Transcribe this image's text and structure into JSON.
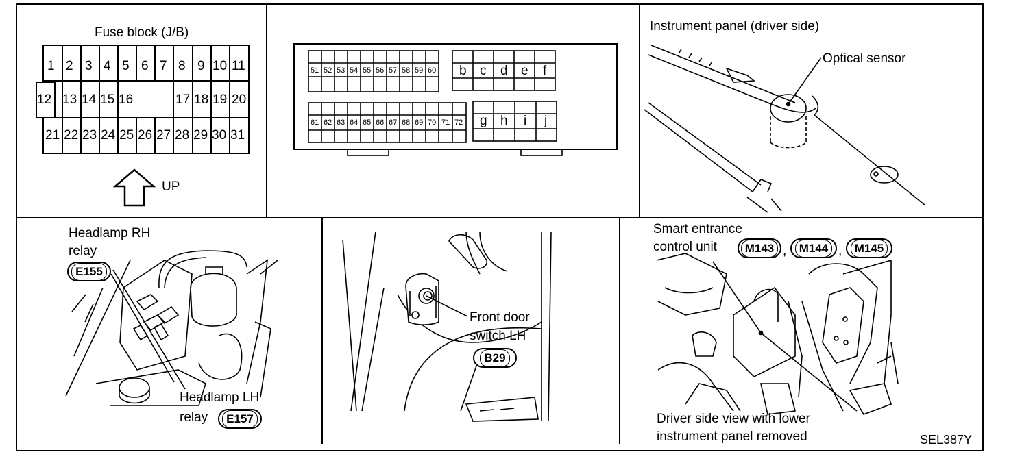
{
  "fuse_block": {
    "title": "Fuse block (J/B)",
    "row1": [
      "1",
      "2",
      "3",
      "4",
      "5",
      "6",
      "7",
      "8",
      "9",
      "10",
      "11"
    ],
    "row2_left": [
      "12",
      "13",
      "14",
      "15",
      "16"
    ],
    "row2_right": [
      "17",
      "18",
      "19",
      "20"
    ],
    "row3": [
      "21",
      "22",
      "23",
      "24",
      "25",
      "26",
      "27",
      "28",
      "29",
      "30",
      "31"
    ],
    "up_label": "UP"
  },
  "connector": {
    "row_a": [
      "51",
      "52",
      "53",
      "54",
      "55",
      "56",
      "57",
      "58",
      "59",
      "60"
    ],
    "row_a_letters": [
      "b",
      "c",
      "d",
      "e",
      "f"
    ],
    "row_b": [
      "61",
      "62",
      "63",
      "64",
      "65",
      "66",
      "67",
      "68",
      "69",
      "70",
      "71",
      "72"
    ],
    "row_b_letters": [
      "g",
      "h",
      "i",
      "j"
    ]
  },
  "instrument_panel": {
    "title": "Instrument panel (driver side)",
    "sensor_label": "Optical sensor"
  },
  "headlamp": {
    "rh_line1": "Headlamp RH",
    "rh_line2": "relay",
    "rh_code": "E155",
    "lh_line1": "Headlamp LH",
    "lh_line2": "relay",
    "lh_code": "E157"
  },
  "door_switch": {
    "line1": "Front door",
    "line2": "switch LH",
    "code": "B29"
  },
  "smart_entrance": {
    "line1": "Smart entrance",
    "line2": "control unit",
    "codes": [
      "M143",
      "M144",
      "M145"
    ],
    "separator": ",",
    "note_line1": "Driver side view with lower",
    "note_line2": "instrument panel removed"
  },
  "figure_id": "SEL387Y"
}
